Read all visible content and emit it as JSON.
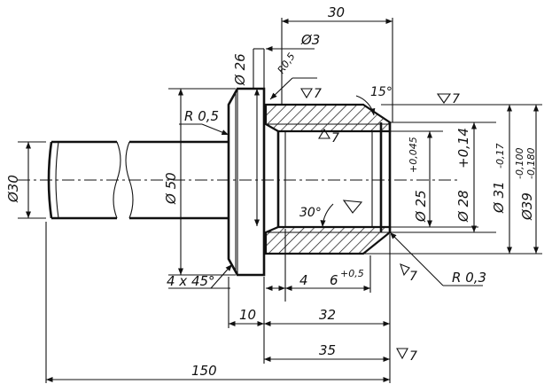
{
  "drawing": {
    "dimensions": {
      "d30": "Ø30",
      "d50": "Ø 50",
      "d26": "Ø 26",
      "d3": "Ø3",
      "r05_top": "R0,5",
      "r05_left": "R 0,5",
      "angle15": "15°",
      "angle30": "30°",
      "d25": "Ø 25",
      "d25_tol": "+0,045",
      "d28": "Ø 28",
      "d28_tol": "+0,14",
      "d31": "Ø 31",
      "d31_tol": "-0,17",
      "d39": "Ø39",
      "d39_tol_top": "-0,100",
      "d39_tol_bot": "-0,180",
      "chamfer": "4 x 45°",
      "len4": "4",
      "len6": "6",
      "len6_tol": "+0,5",
      "r03": "R 0,3",
      "len10": "10",
      "len32": "32",
      "len35": "35",
      "len30": "30",
      "len150": "150"
    },
    "roughness": {
      "mark_top_left": "7",
      "mark_top_right": "7",
      "mark_bore": "7",
      "mark_bottom": "7",
      "mark_end": "7"
    }
  }
}
